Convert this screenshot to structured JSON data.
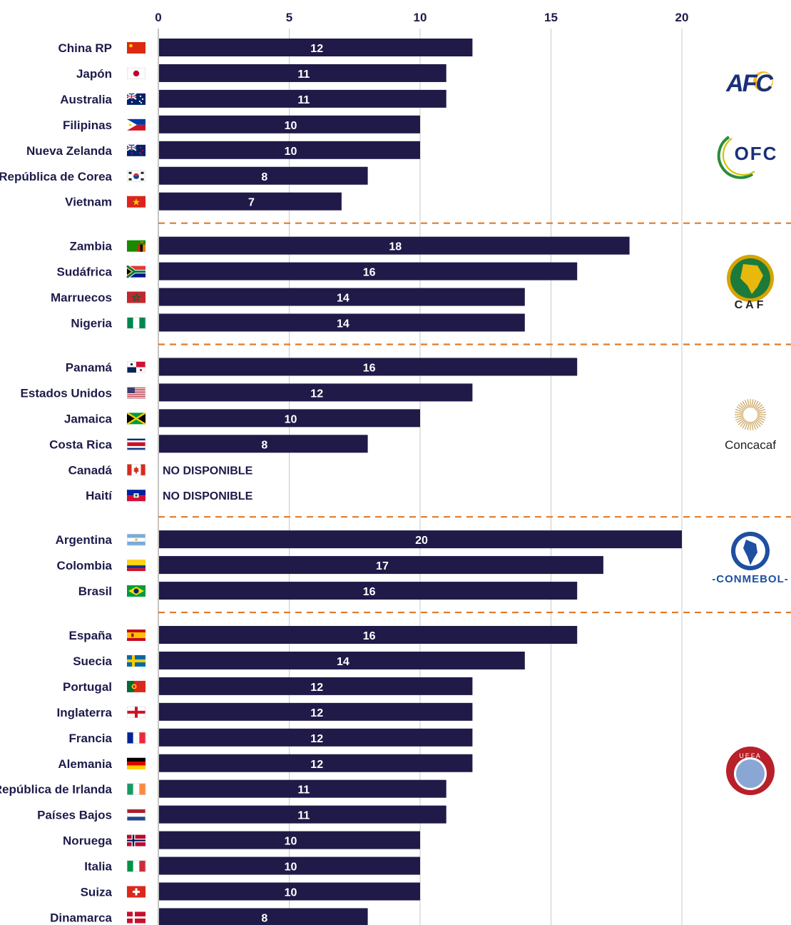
{
  "chart_data": {
    "type": "bar",
    "orientation": "horizontal",
    "xlim": [
      0,
      20
    ],
    "xticks": [
      0,
      5,
      10,
      15,
      20
    ],
    "grid": true,
    "not_available_label": "NO DISPONIBLE",
    "colors": {
      "bar": "#1f1a48",
      "grid": "#c9c9c9",
      "divider": "#e07a2a",
      "text": "#1d1b4a"
    },
    "groups": [
      {
        "logo": "AFC",
        "logo_text": "AFC",
        "items": [
          {
            "country": "China RP",
            "value": 12,
            "flag": "china"
          },
          {
            "country": "Japón",
            "value": 11,
            "flag": "japan"
          },
          {
            "country": "Australia",
            "value": 11,
            "flag": "australia"
          },
          {
            "country": "Filipinas",
            "value": 10,
            "flag": "philippines"
          },
          {
            "country": "Nueva Zelanda",
            "value": 10,
            "flag": "newzealand"
          },
          {
            "country": "República de Corea",
            "value": 8,
            "flag": "korea"
          },
          {
            "country": "Vietnam",
            "value": 7,
            "flag": "vietnam"
          }
        ]
      },
      {
        "logo": "OFC",
        "logo_text": "OFC",
        "items": []
      },
      {
        "logo": "CAF",
        "logo_text": "CAF",
        "items": [
          {
            "country": "Zambia",
            "value": 18,
            "flag": "zambia"
          },
          {
            "country": "Sudáfrica",
            "value": 16,
            "flag": "southafrica"
          },
          {
            "country": "Marruecos",
            "value": 14,
            "flag": "morocco"
          },
          {
            "country": "Nigeria",
            "value": 14,
            "flag": "nigeria"
          }
        ]
      },
      {
        "logo": "Concacaf",
        "logo_text": "Concacaf",
        "items": [
          {
            "country": "Panamá",
            "value": 16,
            "flag": "panama"
          },
          {
            "country": "Estados Unidos",
            "value": 12,
            "flag": "usa"
          },
          {
            "country": "Jamaica",
            "value": 10,
            "flag": "jamaica"
          },
          {
            "country": "Costa Rica",
            "value": 8,
            "flag": "costarica"
          },
          {
            "country": "Canadá",
            "value": null,
            "flag": "canada"
          },
          {
            "country": "Haití",
            "value": null,
            "flag": "haiti"
          }
        ]
      },
      {
        "logo": "CONMEBOL",
        "logo_text": "-CONMEBOL-",
        "items": [
          {
            "country": "Argentina",
            "value": 20,
            "flag": "argentina"
          },
          {
            "country": "Colombia",
            "value": 17,
            "flag": "colombia"
          },
          {
            "country": "Brasil",
            "value": 16,
            "flag": "brazil"
          }
        ]
      },
      {
        "logo": "UEFA",
        "logo_text": "UEFA",
        "items": [
          {
            "country": "España",
            "value": 16,
            "flag": "spain"
          },
          {
            "country": "Suecia",
            "value": 14,
            "flag": "sweden"
          },
          {
            "country": "Portugal",
            "value": 12,
            "flag": "portugal"
          },
          {
            "country": "Inglaterra",
            "value": 12,
            "flag": "england"
          },
          {
            "country": "Francia",
            "value": 12,
            "flag": "france"
          },
          {
            "country": "Alemania",
            "value": 12,
            "flag": "germany"
          },
          {
            "country": "República de Irlanda",
            "value": 11,
            "flag": "ireland"
          },
          {
            "country": "Países Bajos",
            "value": 11,
            "flag": "netherlands"
          },
          {
            "country": "Noruega",
            "value": 10,
            "flag": "norway"
          },
          {
            "country": "Italia",
            "value": 10,
            "flag": "italy"
          },
          {
            "country": "Suiza",
            "value": 10,
            "flag": "switzerland"
          },
          {
            "country": "Dinamarca",
            "value": 8,
            "flag": "denmark"
          }
        ]
      }
    ]
  }
}
